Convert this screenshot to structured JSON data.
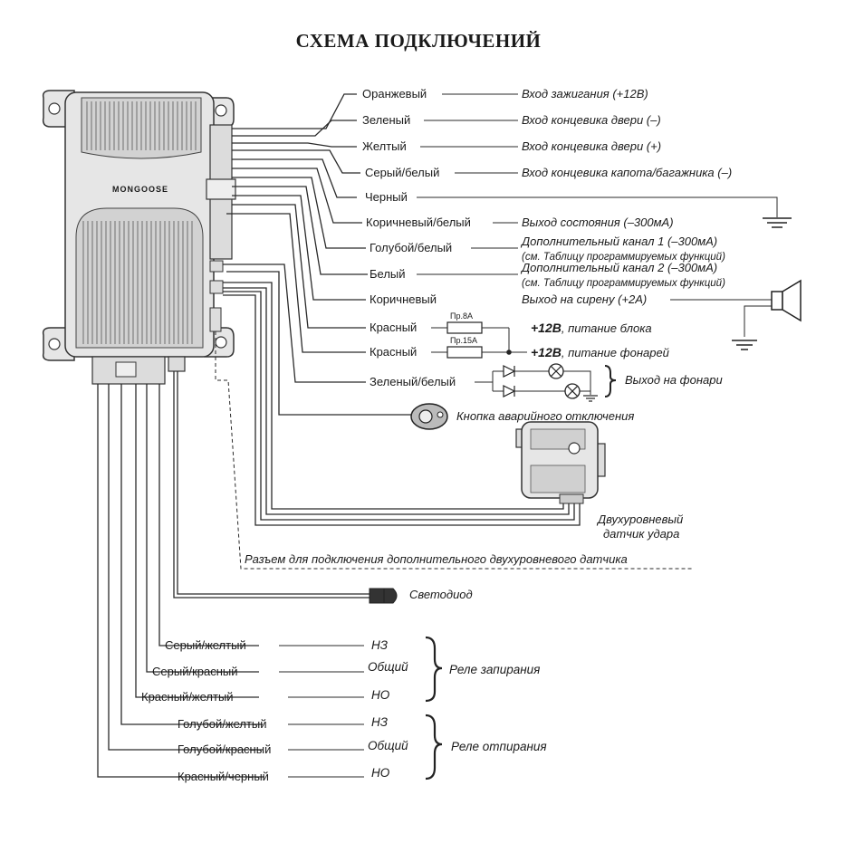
{
  "title": "СХЕМА ПОДКЛЮЧЕНИЙ",
  "device": {
    "brand": "MONGOOSE"
  },
  "wires": [
    {
      "color": "Оранжевый",
      "function": "Вход зажигания (+12В)"
    },
    {
      "color": "Зеленый",
      "function": "Вход концевика двери (–)"
    },
    {
      "color": "Желтый",
      "function": "Вход концевика двери (+)"
    },
    {
      "color": "Серый/белый",
      "function": "Вход концевика капота/багажника (–)"
    },
    {
      "color": "Черный",
      "function": ""
    },
    {
      "color": "Коричневый/белый",
      "function": "Выход состояния (–300мА)"
    },
    {
      "color": "Голубой/белый",
      "function": "Дополнительный канал 1 (–300мА)",
      "note": "(см. Таблицу программируемых функций)"
    },
    {
      "color": "Белый",
      "function": "Дополнительный канал 2 (–300мА)",
      "note": "(см. Таблицу программируемых функций)"
    },
    {
      "color": "Коричневый",
      "function": "Выход на сирену (+2А)"
    },
    {
      "color": "Красный",
      "fuse": "Пр.8А",
      "function": "+12В",
      "function_tail": ", питание блока"
    },
    {
      "color": "Красный",
      "fuse": "Пр.15А",
      "function": "+12В",
      "function_tail": ", питание фонарей"
    },
    {
      "color": "Зеленый/белый",
      "function": "Выход на фонари"
    }
  ],
  "button_label": "Кнопка аварийного отключения",
  "sensor_label_line1": "Двухуровневый",
  "sensor_label_line2": "датчик удара",
  "connector_label": "Разъем для подключения дополнительного двухуровневого датчика",
  "led_label": "Светодиод",
  "relays": [
    {
      "name": "Реле запирания",
      "rows": [
        {
          "color": "Серый/желтый",
          "contact": "НЗ"
        },
        {
          "color": "Серый/красный",
          "contact": "Общий"
        },
        {
          "color": "Красный/желтый",
          "contact": "НО"
        }
      ]
    },
    {
      "name": "Реле отпирания",
      "rows": [
        {
          "color": "Голубой/желтый",
          "contact": "НЗ"
        },
        {
          "color": "Голубой/красный",
          "contact": "Общий"
        },
        {
          "color": "Красный/черный",
          "contact": "НО"
        }
      ]
    }
  ]
}
